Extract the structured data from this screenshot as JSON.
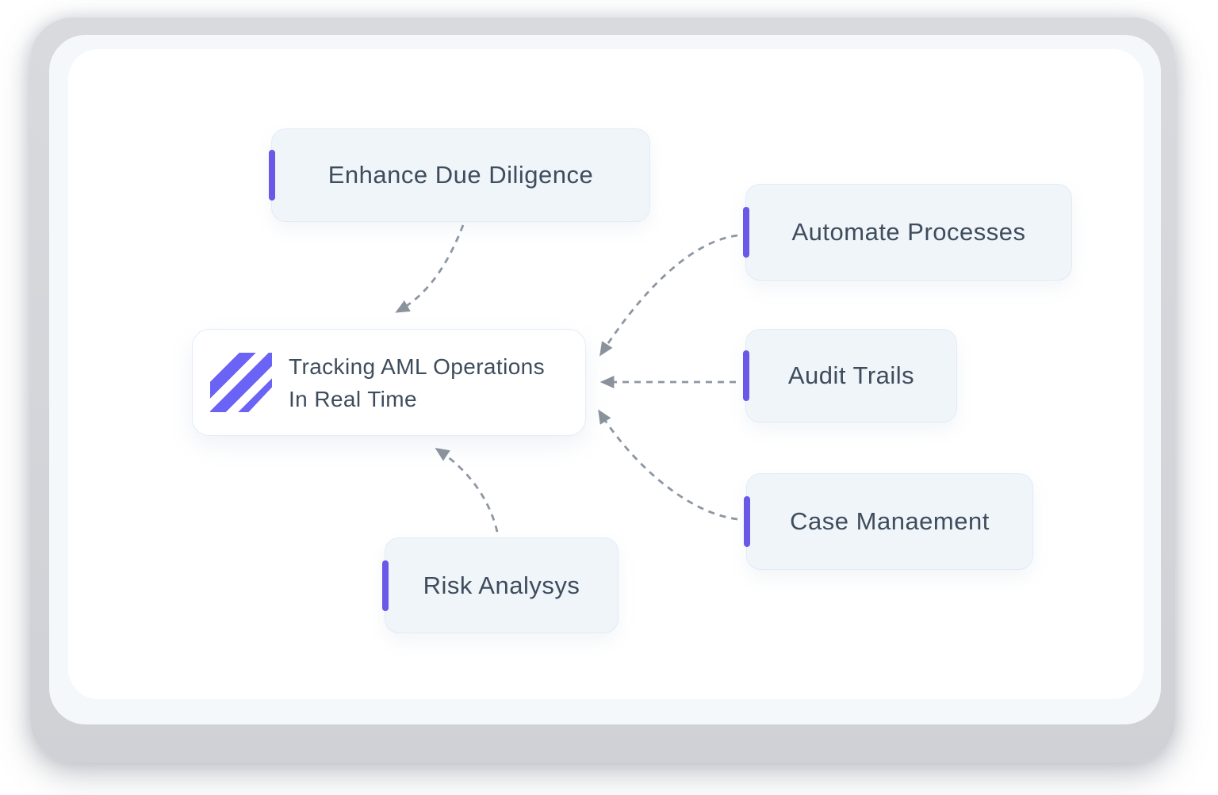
{
  "diagram": {
    "center": {
      "line1": "Tracking AML Operations",
      "line2": "In Real Time",
      "icon": "purple-diagonal-stripes-logo"
    },
    "nodes": [
      {
        "label": "Enhance Due Diligence"
      },
      {
        "label": "Automate Processes"
      },
      {
        "label": "Audit Trails"
      },
      {
        "label": "Case Manaement"
      },
      {
        "label": "Risk Analysys"
      }
    ],
    "connectors": [
      {
        "from": "Enhance Due Diligence",
        "to": "center",
        "style": "dashed-arrow"
      },
      {
        "from": "Automate Processes",
        "to": "center",
        "style": "dashed-arrow"
      },
      {
        "from": "Audit Trails",
        "to": "center",
        "style": "dashed-arrow"
      },
      {
        "from": "Case Manaement",
        "to": "center",
        "style": "dashed-arrow"
      },
      {
        "from": "Risk Analysys",
        "to": "center",
        "style": "dashed-arrow"
      }
    ],
    "colors": {
      "accent_bar": "#6a58e8",
      "logo": "#6b63f6",
      "node_bg": "#f0f5fa",
      "node_border": "#e3ebf6",
      "text": "#3e4c5c",
      "connector": "#8d96a2",
      "frame": "#d2d4d9",
      "panel": "#f5f8fb",
      "sheet": "#ffffff"
    }
  }
}
